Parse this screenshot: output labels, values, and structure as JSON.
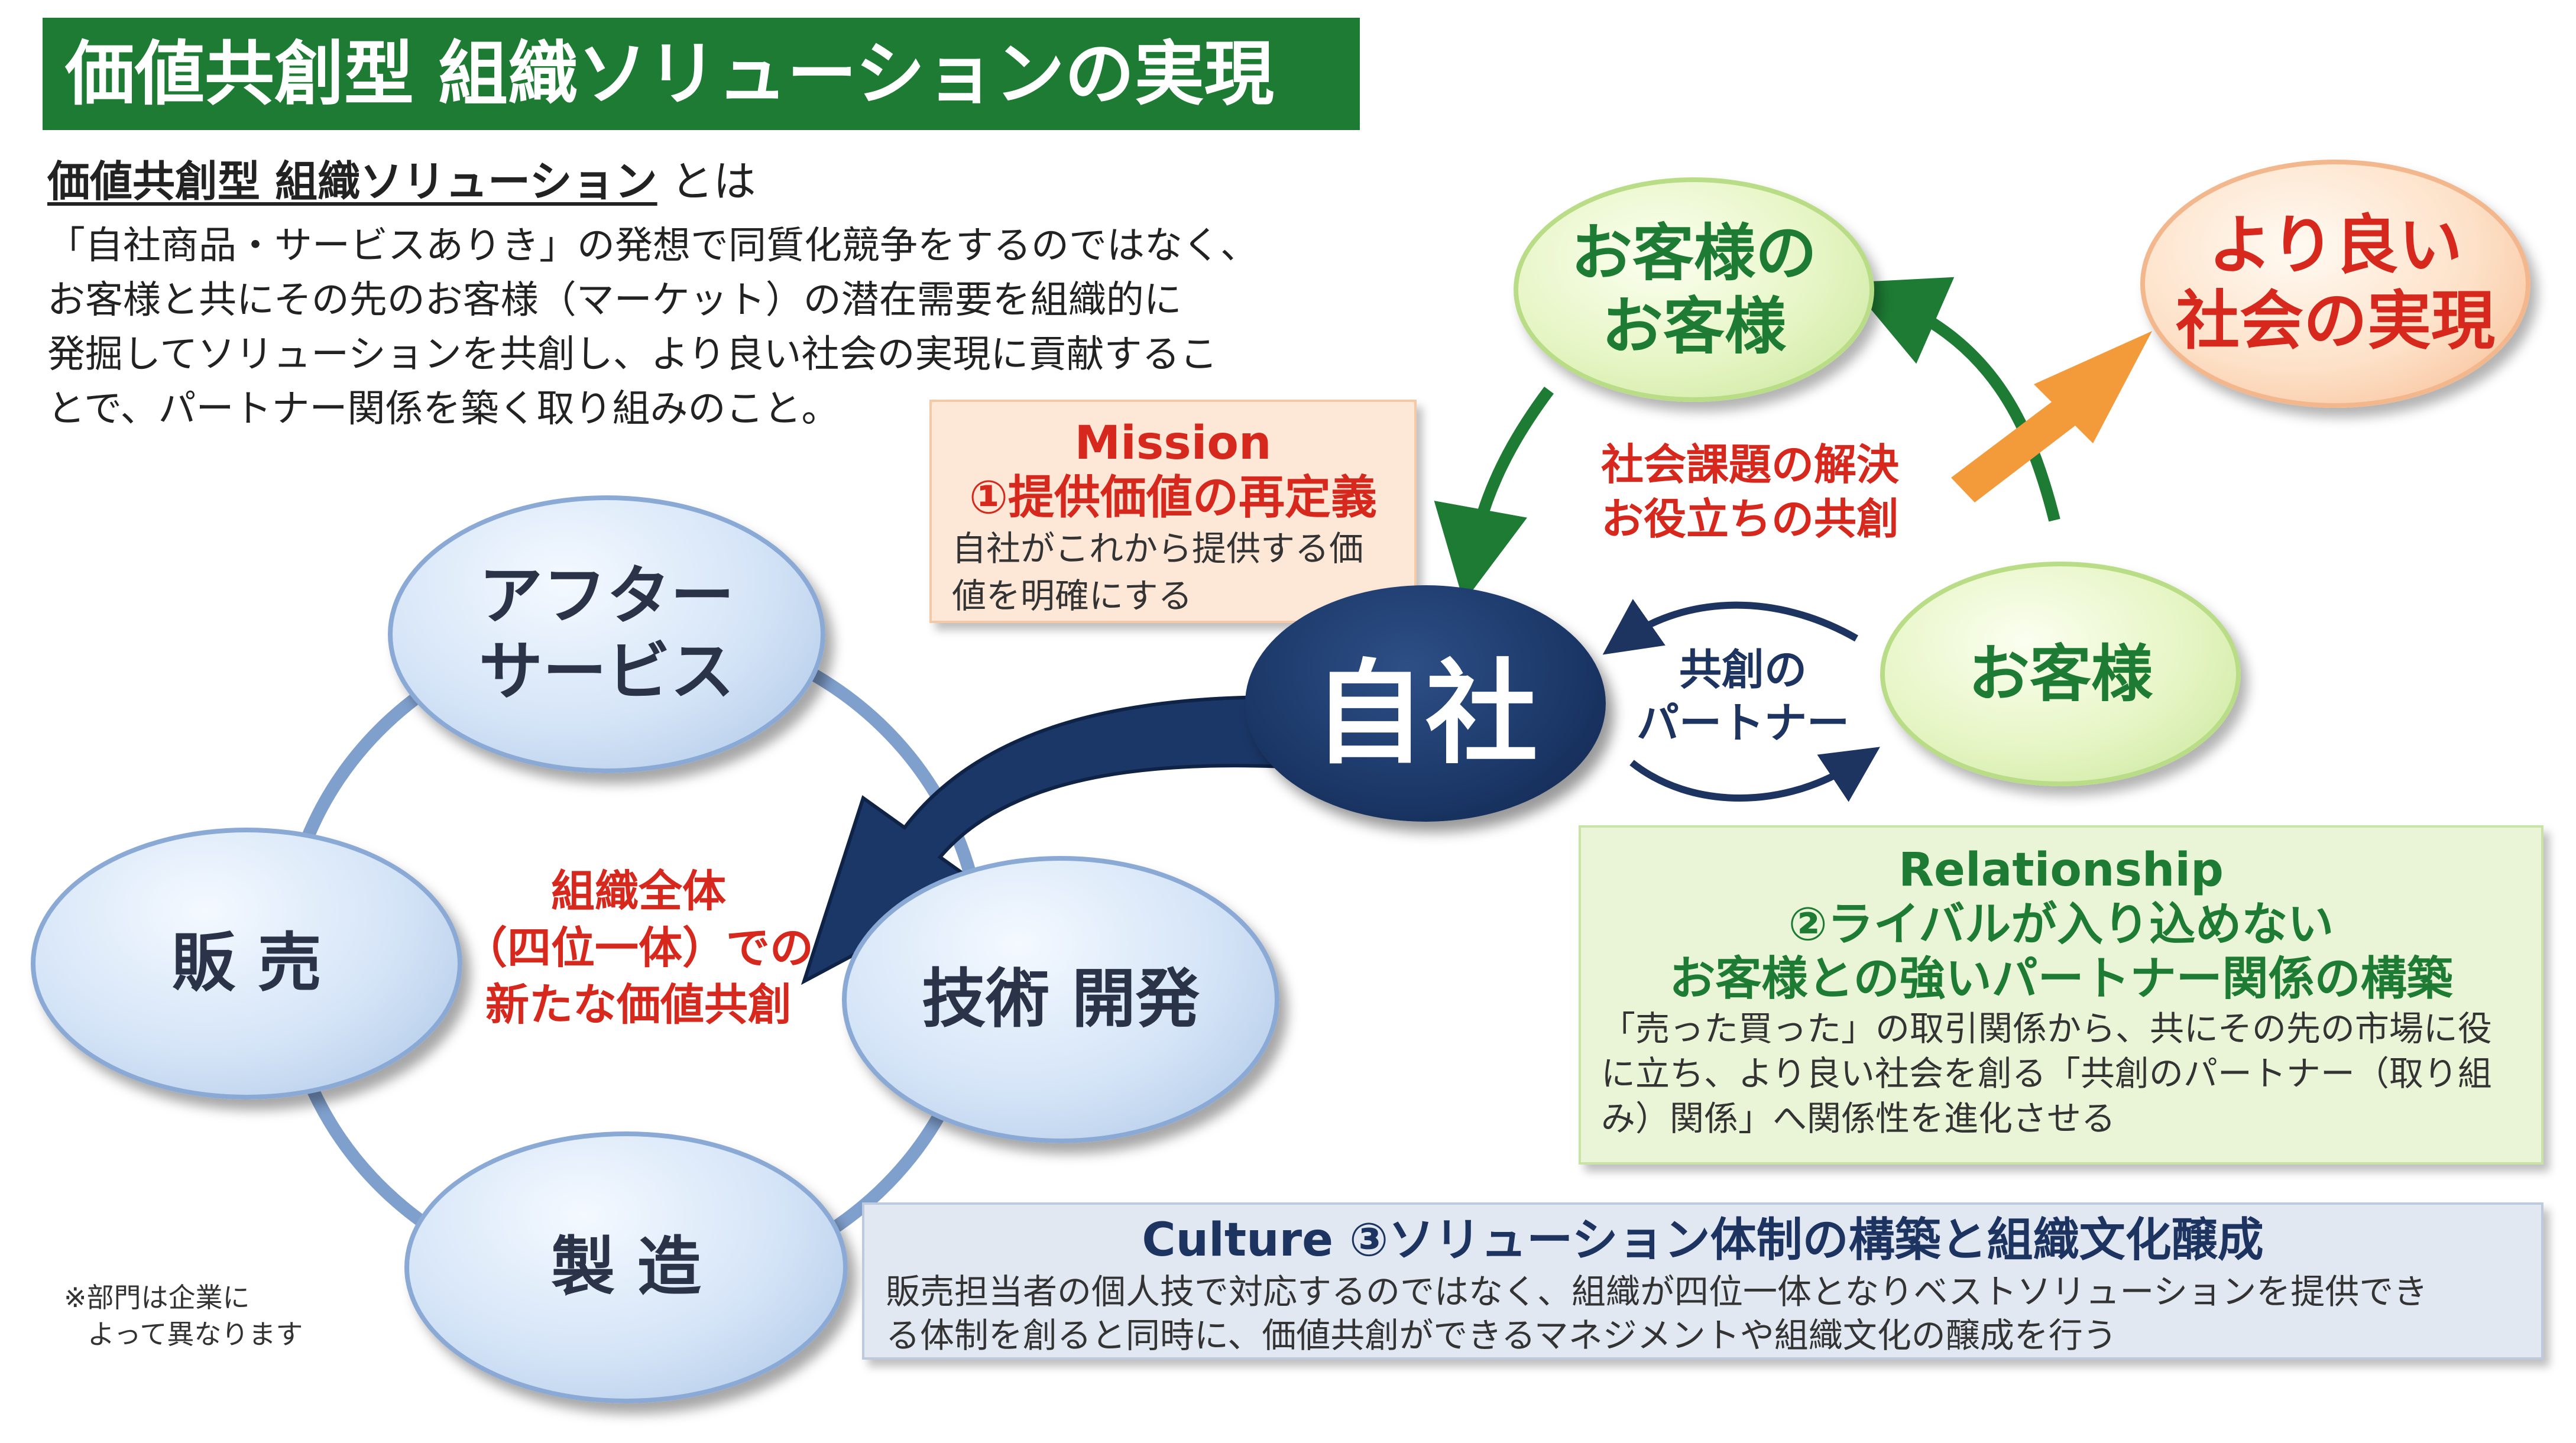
{
  "header": {
    "title": "価値共創型 組織ソリューションの実現"
  },
  "definition": {
    "term": "価値共創型 組織ソリューション",
    "suffix": "とは",
    "lines": [
      "「自社商品・サービスありき」の発想で同質化競争をするのではなく、",
      "お客様と共にその先のお客様（マーケット）の潜在需要を組織的に",
      "発掘してソリューションを共創し、より良い社会の実現に貢献するこ",
      "とで、パートナー関係を築く取り組みのこと。"
    ]
  },
  "cycle": {
    "after_service": [
      "アフター",
      "サービス"
    ],
    "sales": "販 売",
    "tech": "技術 開発",
    "manufacturing": "製 造",
    "center": [
      "組織全体",
      "（四位一体）での",
      "新たな価値共創"
    ]
  },
  "nodes": {
    "jisha": "自社",
    "customer": "お客様",
    "customers_customer": [
      "お客様の",
      "お客様"
    ],
    "better_society": [
      "より良い",
      "社会の実現"
    ]
  },
  "arrows_labels": {
    "social": [
      "社会課題の解決",
      "お役立ちの共創"
    ],
    "partner": [
      "共創の",
      "パートナー"
    ]
  },
  "mission": {
    "heading": "Mission",
    "title": "①提供価値の再定義",
    "lines": [
      "自社がこれから提供する価",
      "値を明確にする"
    ]
  },
  "relationship": {
    "heading": "Relationship",
    "title1": "②ライバルが入り込めない",
    "title2": "お客様との強いパートナー関係の構築",
    "lines": [
      "「売った買った」の取引関係から、共にその先の市場に役",
      "に立ち、より良い社会を創る「共創のパートナー（取り組",
      "み）関係」へ関係性を進化させる"
    ]
  },
  "culture": {
    "heading": "Culture  ③ソリューション体制の構築と組織文化醸成",
    "lines": [
      "販売担当者の個人技で対応するのではなく、組織が四位一体となりベストソリューションを提供でき",
      "る体制を創ると同時に、価値共創ができるマネジメントや組織文化の醸成を行う"
    ]
  },
  "note": [
    "※部門は企業に",
    "よって異なります"
  ],
  "colors": {
    "title_bg": "#1e7b34",
    "accent_red": "#d6281d",
    "navy": "#1b3767",
    "green_text": "#1e7b34",
    "arrow_orange": "#f39a3a"
  }
}
